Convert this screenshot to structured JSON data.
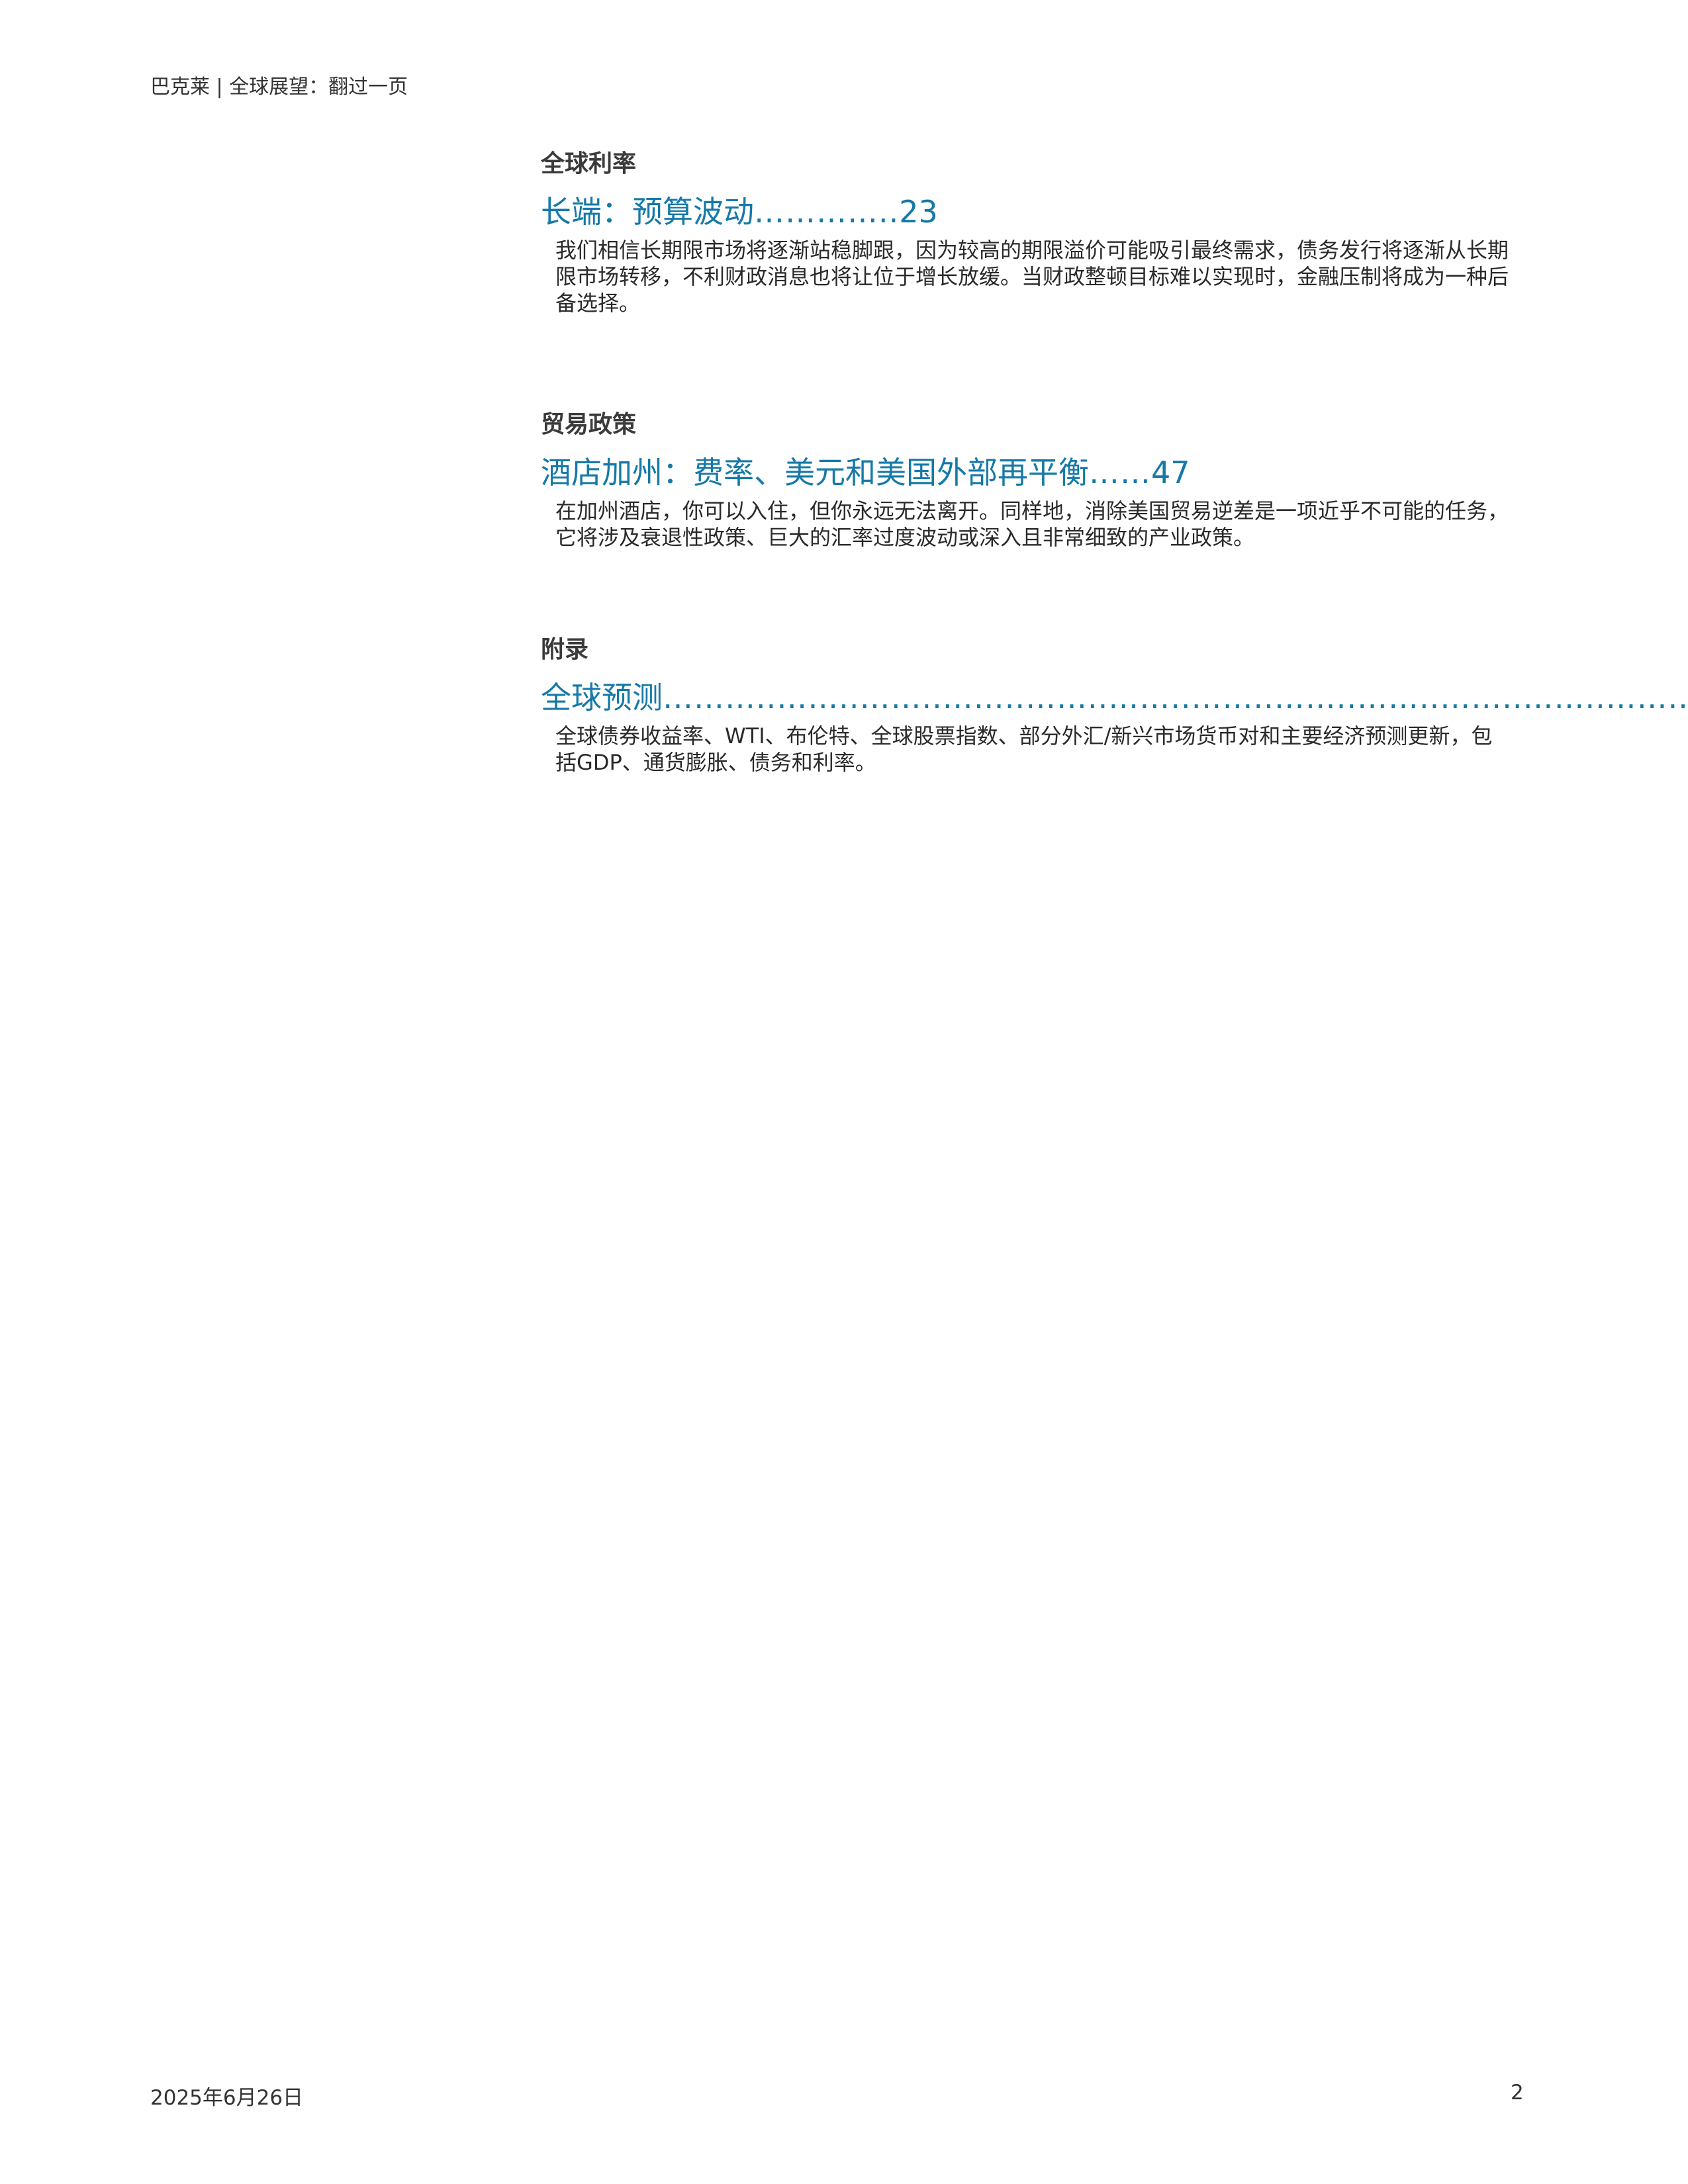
{
  "header": {
    "text": "巴克莱 | 全球展望：翻过一页"
  },
  "sections": [
    {
      "heading": "全球利率",
      "link_title": "长端：预算波动",
      "link_dots": "…………..",
      "link_page": "23",
      "summary": "我们相信长期限市场将逐渐站稳脚跟，因为较高的期限溢价可能吸引最终需求，债务发行将逐渐从长期限市场转移，不利财政消息也将让位于增长放缓。当财政整顿目标难以实现时，金融压制将成为一种后备选择。"
    },
    {
      "heading": "贸易政策",
      "link_title": "酒店加州：费率、美元和美国外部再平衡",
      "link_dots": "……",
      "link_page": "47",
      "summary": "在加州酒店，你可以入住，但你永远无法离开。同样地，消除美国贸易逆差是一项近乎不可能的任务，它将涉及衰退性政策、巨大的汇率过度波动或深入且非常细致的产业政策。"
    },
    {
      "heading": "附录",
      "link_title": "全球预测",
      "link_dots": "………..……..……..……..……..……..……..……..……..……..……..……..……..……",
      "link_page": "",
      "summary": "全球债券收益率、WTI、布伦特、全球股票指数、部分外汇/新兴市场货币对和主要经济预测更新，包括GDP、通货膨胀、债务和利率。"
    }
  ],
  "footer": {
    "date": "2025年6月26日",
    "page_number": "2"
  },
  "colors": {
    "link": "#1679a8",
    "heading": "#3a3a3a",
    "body_text": "#2a2a2a"
  }
}
